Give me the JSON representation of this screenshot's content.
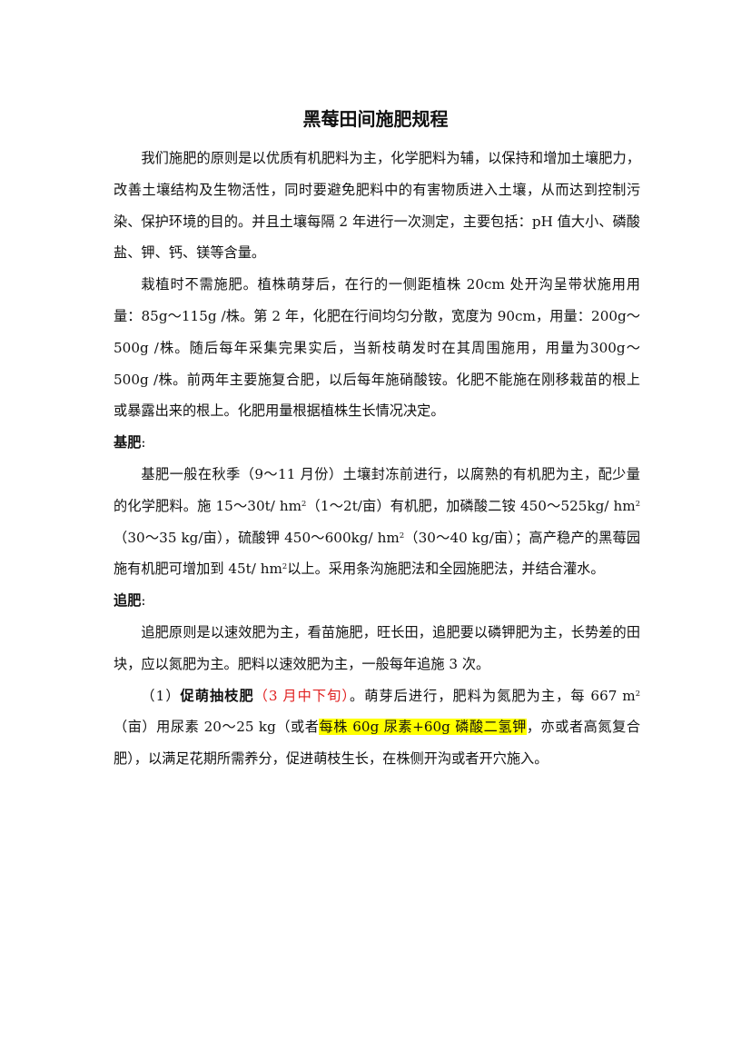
{
  "document": {
    "title": "黑莓田间施肥规程",
    "p1": "我们施肥的原则是以优质有机肥料为主，化学肥料为辅，以保持和增加土壤肥力，改善土壤结构及生物活性，同时要避免肥料中的有害物质进入土壤，从而达到控制污染、保护环境的目的。并且土壤每隔 2 年进行一次测定，主要包括：pH 值大小、磷酸盐、钾、钙、镁等含量。",
    "p2": "栽植时不需施肥。植株萌芽后，在行的一侧距植株 20cm 处开沟呈带状施用用量：85g～115g /株。第 2 年，化肥在行间均匀分散，宽度为 90cm，用量：200g～ 500g /株。随后每年采集完果实后，当新枝萌发时在其周围施用，用量为300g～ 500g /株。前两年主要施复合肥，以后每年施硝酸铵。化肥不能施在刚移栽苗的根上或暴露出来的根上。化肥用量根据植株生长情况决定。",
    "h1": "基肥",
    "h1_colon": ":",
    "p3_a": "基肥一般在秋季（9～11 月份）土壤封冻前进行，以腐熟的有机肥为主，配少量的化学肥料。施 15～30t/ hm",
    "p3_b": "（1～2t/亩）有机肥，加磷酸二铵 450～525kg/ hm",
    "p3_c": "（30～35 kg/亩），硫酸钾 450～600kg/ hm",
    "p3_d": "（30～40 kg/亩）；高产稳产的黑莓园施有机肥可增加到 45t/ hm",
    "p3_e": "以上。采用条沟施肥法和全园施肥法，并结合灌水。",
    "sup2": "2",
    "h2": "追肥",
    "h2_colon": ":",
    "p4": "追肥原则是以速效肥为主，看苗施肥，旺长田，追肥要以磷钾肥为主，长势差的田块，应以氮肥为主。肥料以速效肥为主，一般每年追施 3 次。",
    "p5_num": "（1）",
    "p5_label": "促萌抽枝肥",
    "p5_open": "（",
    "p5_time": "3 月中下旬",
    "p5_close": "）",
    "p5_a": "。萌芽后进行，肥料为氮肥为主，每 667 m",
    "p5_b": "（亩）用尿素 20～25 kg（或者",
    "p5_hl": "每株 60g 尿素+60g 磷酸二氢钾",
    "p5_c": "，亦或者高氮复合肥），以满足花期所需养分，促进萌枝生长，在株侧开沟或者开穴施入。"
  },
  "colors": {
    "accent_red": "#e02020",
    "highlight": "#ffff00"
  }
}
